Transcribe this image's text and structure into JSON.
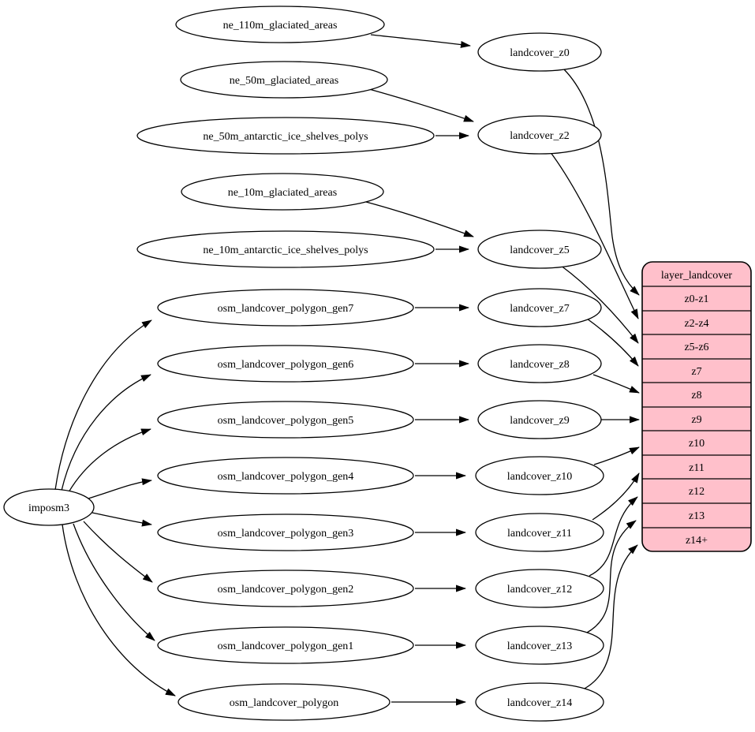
{
  "diagram": {
    "type": "graphviz-dependency-graph",
    "nodes": {
      "imposm3": {
        "label": "imposm3"
      },
      "ne_110m_glaciated_areas": {
        "label": "ne_110m_glaciated_areas"
      },
      "ne_50m_glaciated_areas": {
        "label": "ne_50m_glaciated_areas"
      },
      "ne_50m_antarctic_ice_shelves_polys": {
        "label": "ne_50m_antarctic_ice_shelves_polys"
      },
      "ne_10m_glaciated_areas": {
        "label": "ne_10m_glaciated_areas"
      },
      "ne_10m_antarctic_ice_shelves_polys": {
        "label": "ne_10m_antarctic_ice_shelves_polys"
      },
      "osm_landcover_polygon_gen7": {
        "label": "osm_landcover_polygon_gen7"
      },
      "osm_landcover_polygon_gen6": {
        "label": "osm_landcover_polygon_gen6"
      },
      "osm_landcover_polygon_gen5": {
        "label": "osm_landcover_polygon_gen5"
      },
      "osm_landcover_polygon_gen4": {
        "label": "osm_landcover_polygon_gen4"
      },
      "osm_landcover_polygon_gen3": {
        "label": "osm_landcover_polygon_gen3"
      },
      "osm_landcover_polygon_gen2": {
        "label": "osm_landcover_polygon_gen2"
      },
      "osm_landcover_polygon_gen1": {
        "label": "osm_landcover_polygon_gen1"
      },
      "osm_landcover_polygon": {
        "label": "osm_landcover_polygon"
      },
      "landcover_z0": {
        "label": "landcover_z0"
      },
      "landcover_z2": {
        "label": "landcover_z2"
      },
      "landcover_z5": {
        "label": "landcover_z5"
      },
      "landcover_z7": {
        "label": "landcover_z7"
      },
      "landcover_z8": {
        "label": "landcover_z8"
      },
      "landcover_z9": {
        "label": "landcover_z9"
      },
      "landcover_z10": {
        "label": "landcover_z10"
      },
      "landcover_z11": {
        "label": "landcover_z11"
      },
      "landcover_z12": {
        "label": "landcover_z12"
      },
      "landcover_z13": {
        "label": "landcover_z13"
      },
      "landcover_z14": {
        "label": "landcover_z14"
      }
    },
    "table": {
      "title": "layer_landcover",
      "rows": [
        {
          "label": "z0-z1"
        },
        {
          "label": "z2-z4"
        },
        {
          "label": "z5-z6"
        },
        {
          "label": "z7"
        },
        {
          "label": "z8"
        },
        {
          "label": "z9"
        },
        {
          "label": "z10"
        },
        {
          "label": "z11"
        },
        {
          "label": "z12"
        },
        {
          "label": "z13"
        },
        {
          "label": "z14+"
        }
      ]
    },
    "edges": [
      {
        "from": "imposm3",
        "to": "osm_landcover_polygon_gen7"
      },
      {
        "from": "imposm3",
        "to": "osm_landcover_polygon_gen6"
      },
      {
        "from": "imposm3",
        "to": "osm_landcover_polygon_gen5"
      },
      {
        "from": "imposm3",
        "to": "osm_landcover_polygon_gen4"
      },
      {
        "from": "imposm3",
        "to": "osm_landcover_polygon_gen3"
      },
      {
        "from": "imposm3",
        "to": "osm_landcover_polygon_gen2"
      },
      {
        "from": "imposm3",
        "to": "osm_landcover_polygon_gen1"
      },
      {
        "from": "imposm3",
        "to": "osm_landcover_polygon"
      },
      {
        "from": "ne_110m_glaciated_areas",
        "to": "landcover_z0"
      },
      {
        "from": "ne_50m_glaciated_areas",
        "to": "landcover_z2"
      },
      {
        "from": "ne_50m_antarctic_ice_shelves_polys",
        "to": "landcover_z2"
      },
      {
        "from": "ne_10m_glaciated_areas",
        "to": "landcover_z5"
      },
      {
        "from": "ne_10m_antarctic_ice_shelves_polys",
        "to": "landcover_z5"
      },
      {
        "from": "osm_landcover_polygon_gen7",
        "to": "landcover_z7"
      },
      {
        "from": "osm_landcover_polygon_gen6",
        "to": "landcover_z8"
      },
      {
        "from": "osm_landcover_polygon_gen5",
        "to": "landcover_z9"
      },
      {
        "from": "osm_landcover_polygon_gen4",
        "to": "landcover_z10"
      },
      {
        "from": "osm_landcover_polygon_gen3",
        "to": "landcover_z11"
      },
      {
        "from": "osm_landcover_polygon_gen2",
        "to": "landcover_z12"
      },
      {
        "from": "osm_landcover_polygon_gen1",
        "to": "landcover_z13"
      },
      {
        "from": "osm_landcover_polygon",
        "to": "landcover_z14"
      },
      {
        "from": "landcover_z0",
        "to": "z0-z1"
      },
      {
        "from": "landcover_z2",
        "to": "z2-z4"
      },
      {
        "from": "landcover_z5",
        "to": "z5-z6"
      },
      {
        "from": "landcover_z7",
        "to": "z7"
      },
      {
        "from": "landcover_z8",
        "to": "z8"
      },
      {
        "from": "landcover_z9",
        "to": "z9"
      },
      {
        "from": "landcover_z10",
        "to": "z10"
      },
      {
        "from": "landcover_z11",
        "to": "z11"
      },
      {
        "from": "landcover_z12",
        "to": "z12"
      },
      {
        "from": "landcover_z13",
        "to": "z13"
      },
      {
        "from": "landcover_z14",
        "to": "z14+"
      }
    ],
    "colors": {
      "table_fill": "#ffc0cb",
      "node_fill": "#ffffff",
      "stroke": "#000000",
      "background": "#ffffff"
    }
  }
}
